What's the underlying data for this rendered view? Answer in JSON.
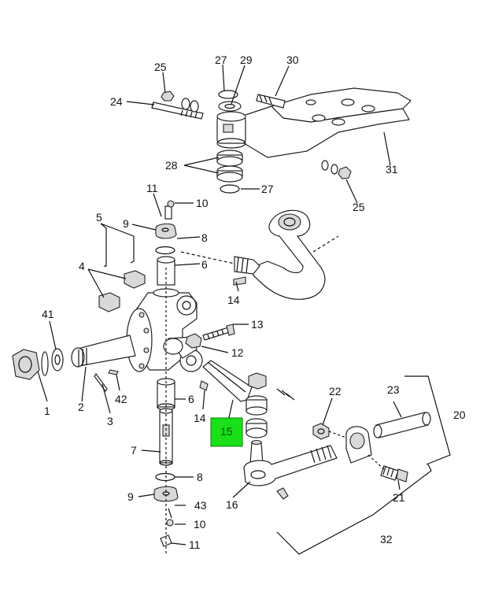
{
  "diagram": {
    "highlighted_callout": "15",
    "highlight_color": "#19e019",
    "callouts": {
      "c1": "1",
      "c2": "2",
      "c3": "3",
      "c4": "4",
      "c5": "5",
      "c6a": "6",
      "c6b": "6",
      "c7": "7",
      "c8a": "8",
      "c8b": "8",
      "c9a": "9",
      "c9b": "9",
      "c10a": "10",
      "c10b": "10",
      "c11a": "11",
      "c11b": "11",
      "c12": "12",
      "c13": "13",
      "c14a": "14",
      "c14b": "14",
      "c15": "15",
      "c16": "16",
      "c20": "20",
      "c21": "21",
      "c22": "22",
      "c23": "23",
      "c24": "24",
      "c25a": "25",
      "c25b": "25",
      "c27a": "27",
      "c27b": "27",
      "c28": "28",
      "c29": "29",
      "c30": "30",
      "c31": "31",
      "c32": "32",
      "c41": "41",
      "c42": "42",
      "c43": "43"
    }
  }
}
